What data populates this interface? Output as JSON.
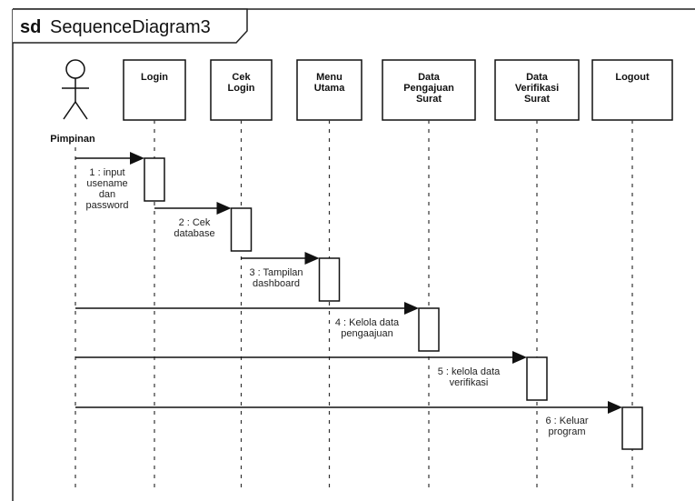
{
  "frame": {
    "keyword": "sd",
    "name": "SequenceDiagram3"
  },
  "actor": {
    "name": "Pimpinan"
  },
  "lifelines": [
    {
      "id": "login",
      "label": [
        "Login"
      ]
    },
    {
      "id": "ceklogin",
      "label": [
        "Cek",
        "Login"
      ]
    },
    {
      "id": "menu",
      "label": [
        "Menu",
        "Utama"
      ]
    },
    {
      "id": "pengajuan",
      "label": [
        "Data",
        "Pengajuan",
        "Surat"
      ]
    },
    {
      "id": "verifikasi",
      "label": [
        "Data",
        "Verifikasi",
        "Surat"
      ]
    },
    {
      "id": "logout",
      "label": [
        "Logout"
      ]
    }
  ],
  "messages": [
    {
      "number": "1",
      "text": [
        "1 : input",
        "usename",
        "dan",
        "password"
      ]
    },
    {
      "number": "2",
      "text": [
        "2 : Cek",
        "database"
      ]
    },
    {
      "number": "3",
      "text": [
        "3 : Tampilan",
        "dashboard"
      ]
    },
    {
      "number": "4",
      "text": [
        "4 : Kelola data",
        "pengaajuan"
      ]
    },
    {
      "number": "5",
      "text": [
        "5 : kelola data",
        "verifikasi"
      ]
    },
    {
      "number": "6",
      "text": [
        "6 : Keluar",
        "program"
      ]
    }
  ]
}
